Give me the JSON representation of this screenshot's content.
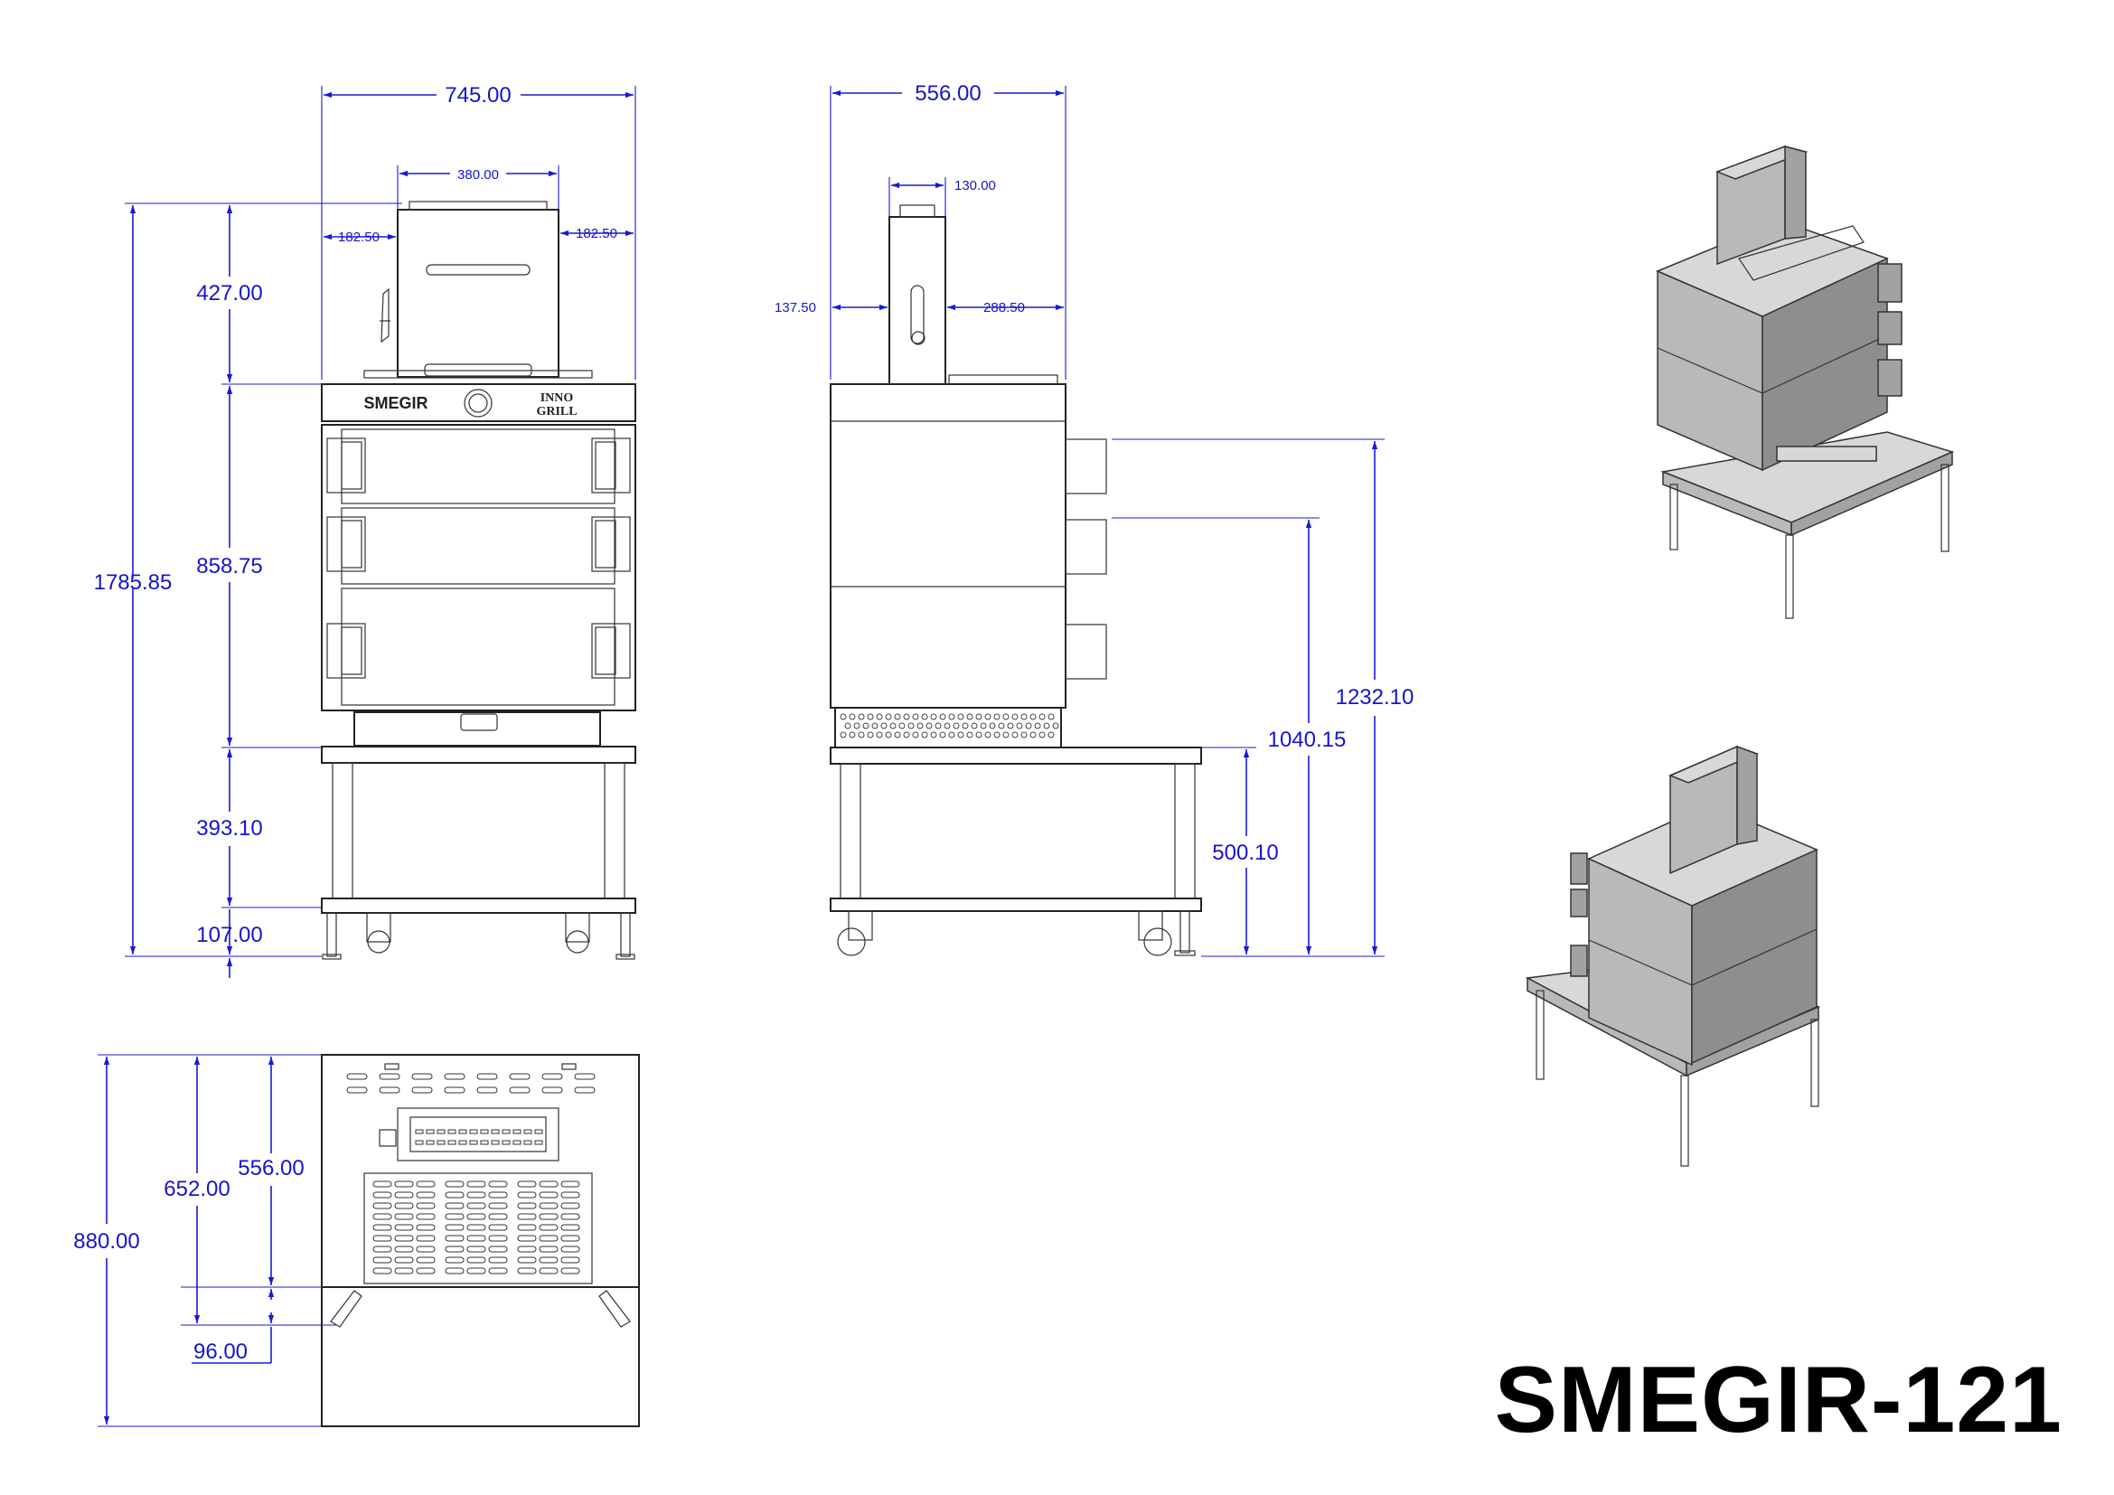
{
  "model": {
    "title": "SMEGIR-121"
  },
  "branding": {
    "panel_logo": "SMEGIR",
    "panel_logo_2_line1": "INNO",
    "panel_logo_2_line2": "GRILL"
  },
  "front_view": {
    "overall_width": "745.00",
    "top_unit_width": "380.00",
    "left_offset": "182.50",
    "right_offset": "182.50",
    "overall_height": "1785.85",
    "top_unit_height": "427.00",
    "oven_body_height": "858.75",
    "stand_height": "393.10",
    "foot_height": "107.00"
  },
  "side_view": {
    "overall_depth": "556.00",
    "top_unit_depth": "130.00",
    "front_offset": "137.50",
    "rear_offset": "288.50",
    "upper_handle_height": "1232.10",
    "lower_handle_height": "1040.15",
    "shelf_height": "500.10"
  },
  "top_view": {
    "overall_depth": "880.00",
    "depth_to_bracket": "652.00",
    "oven_depth": "556.00",
    "bracket_offset": "96.00"
  },
  "colors": {
    "dimension": "#1515c8",
    "outline": "#222222",
    "iso_shade": "#b9b9b9"
  }
}
